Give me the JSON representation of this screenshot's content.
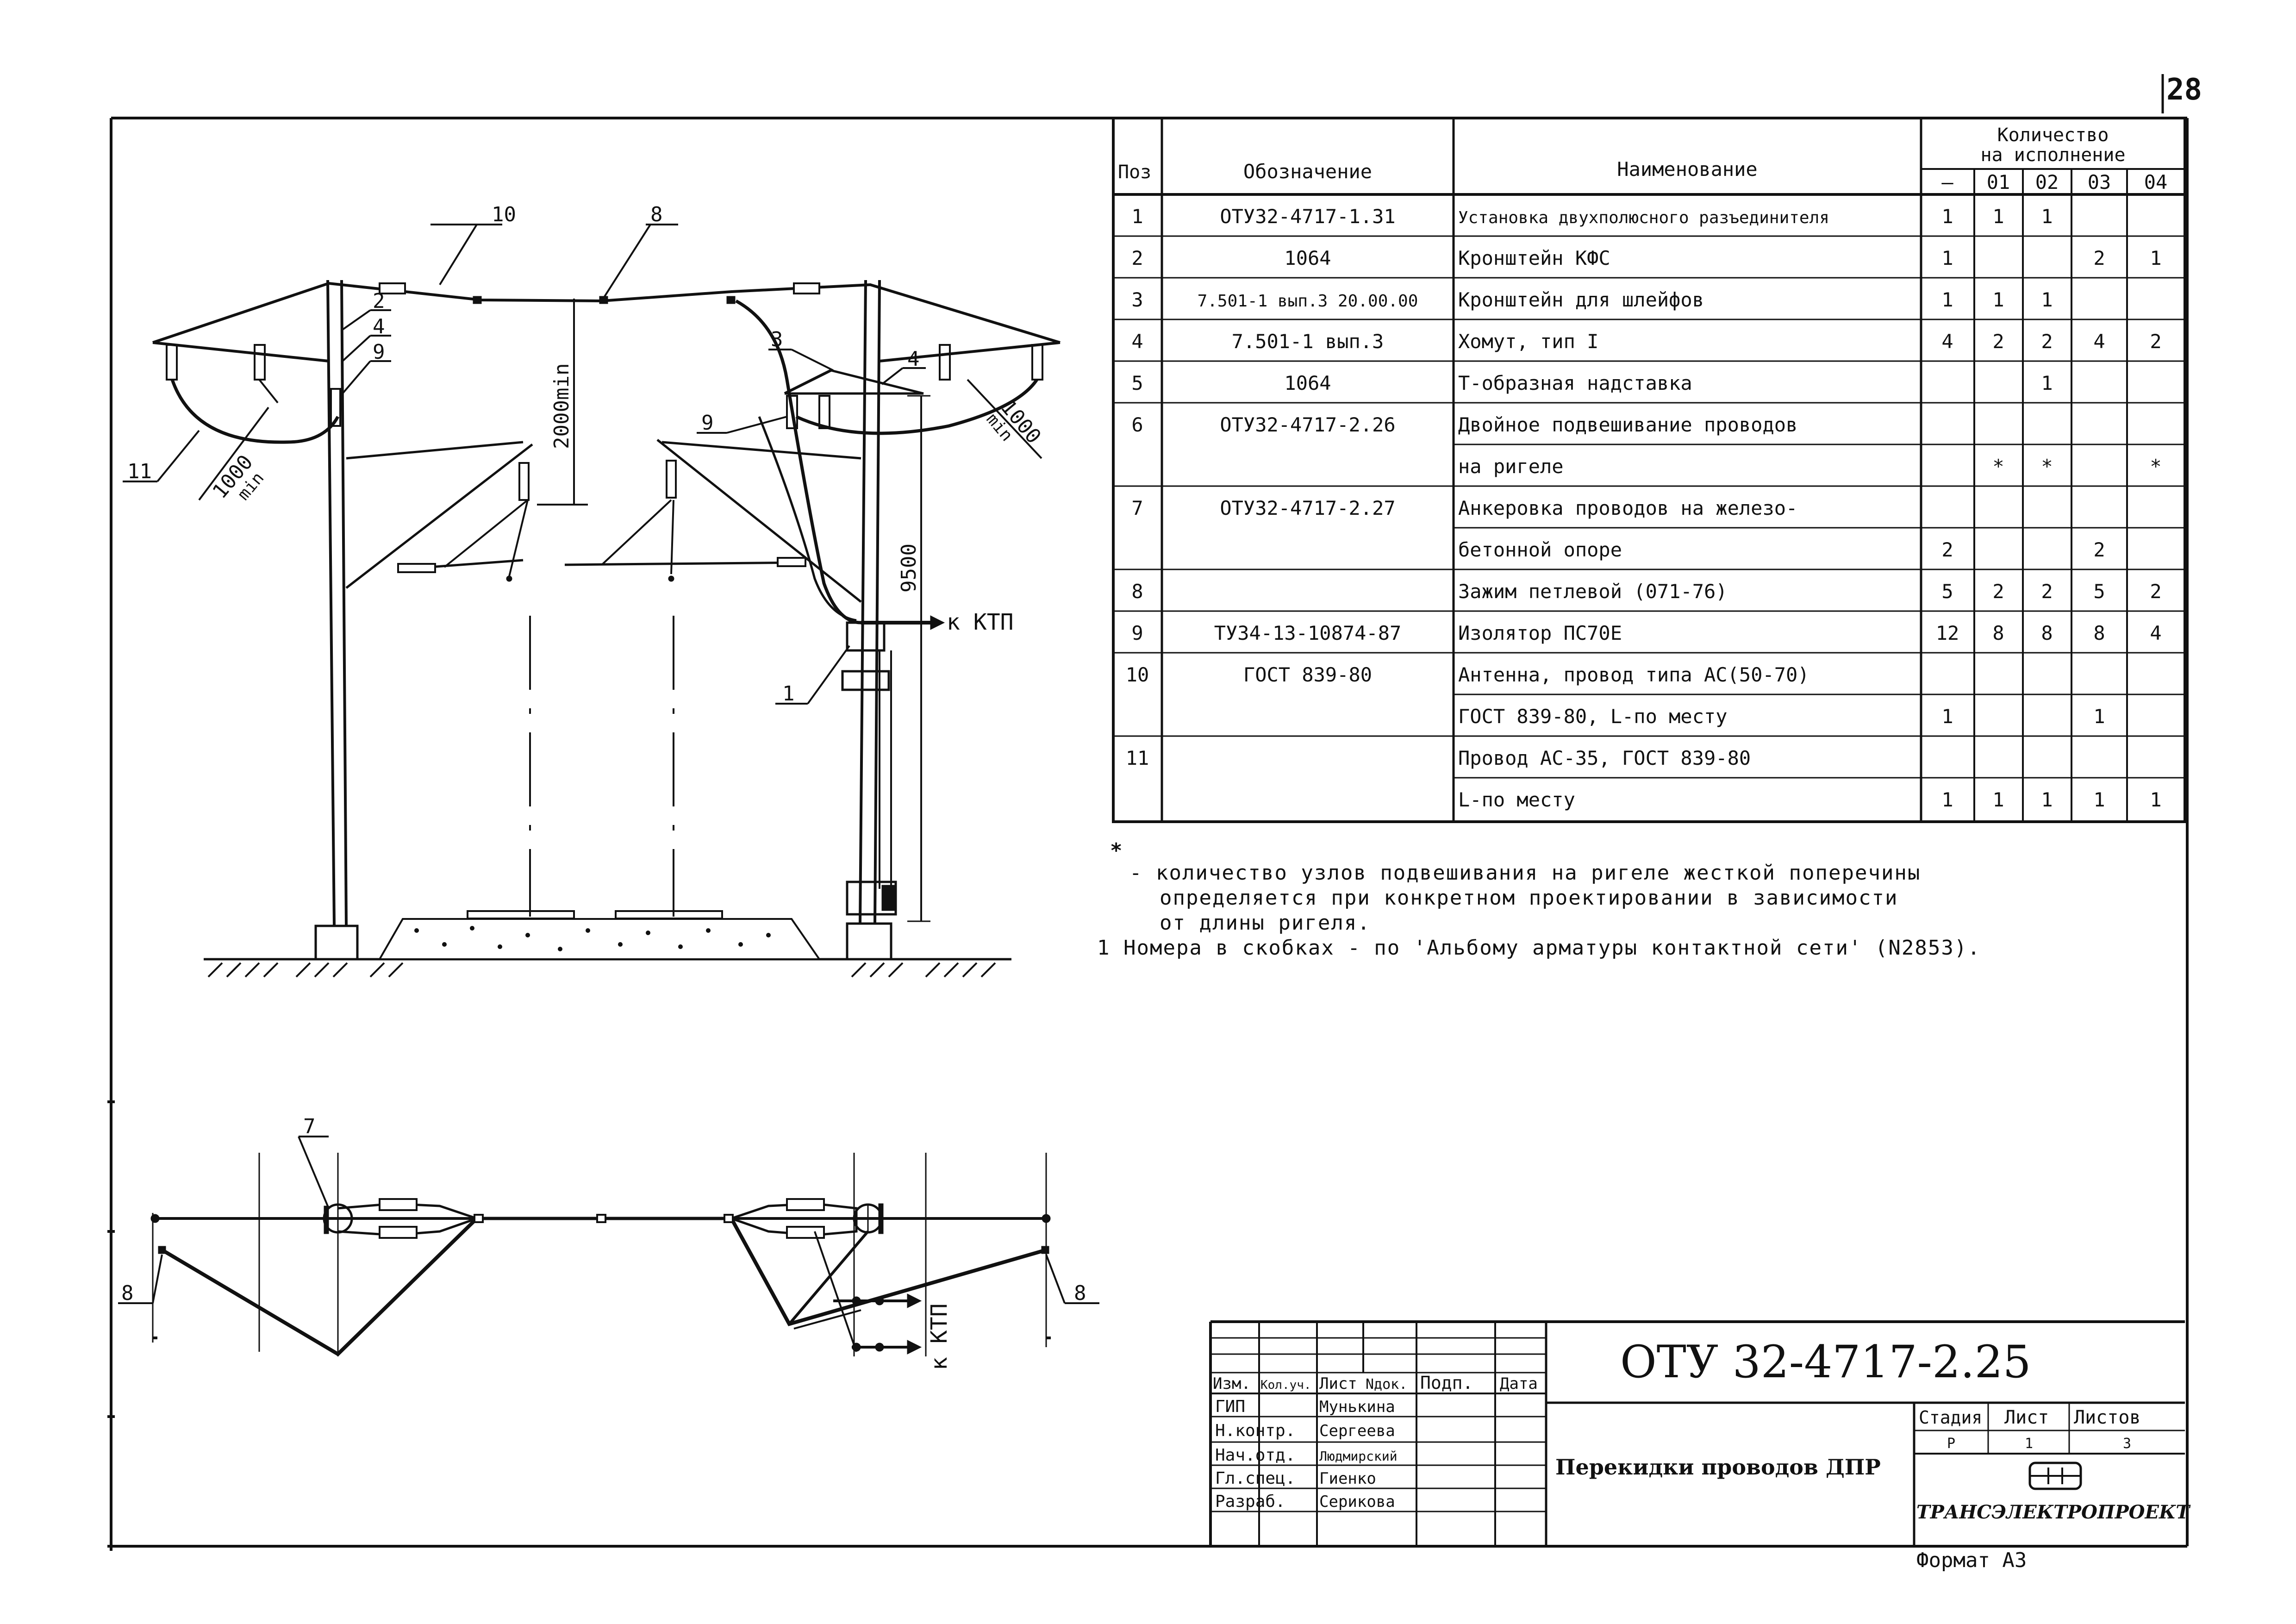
{
  "sheet_number": "28",
  "spec_table": {
    "headers": {
      "pos": "Поз",
      "designation": "Обозначение",
      "name": "Наименование",
      "qty": "Количество",
      "qty2": "на исполнение",
      "variants": [
        "—",
        "01",
        "02",
        "03",
        "04"
      ]
    },
    "rows": [
      {
        "pos": "1",
        "designation": "ОТУ32-4717-1.31",
        "name": "Установка двухполюсного разъединителя",
        "q": [
          "1",
          "1",
          "1",
          "",
          ""
        ]
      },
      {
        "pos": "2",
        "designation": "1064",
        "name": "Кронштейн КФС",
        "q": [
          "1",
          "",
          "",
          "2",
          "1"
        ]
      },
      {
        "pos": "3",
        "designation": "7.501-1 вып.3 20.00.00",
        "name": "Кронштейн для шлейфов",
        "q": [
          "1",
          "1",
          "1",
          "",
          ""
        ]
      },
      {
        "pos": "4",
        "designation": "7.501-1 вып.3",
        "name": "Хомут, тип I",
        "q": [
          "4",
          "2",
          "2",
          "4",
          "2"
        ]
      },
      {
        "pos": "5",
        "designation": "1064",
        "name": "Т-образная надставка",
        "q": [
          "",
          "",
          "1",
          "",
          ""
        ]
      },
      {
        "pos": "6",
        "designation": "ОТУ32-4717-2.26",
        "name": "Двойное подвешивание проводов",
        "q": [
          "",
          "",
          "",
          "",
          ""
        ]
      },
      {
        "pos": "",
        "designation": "",
        "name": "на ригеле",
        "q": [
          "",
          "*",
          "*",
          "",
          "*"
        ]
      },
      {
        "pos": "7",
        "designation": "ОТУ32-4717-2.27",
        "name": "Анкеровка проводов на железо-",
        "q": [
          "",
          "",
          "",
          "",
          ""
        ]
      },
      {
        "pos": "",
        "designation": "",
        "name": "бетонной опоре",
        "q": [
          "2",
          "",
          "",
          "2",
          ""
        ]
      },
      {
        "pos": "8",
        "designation": "",
        "name": "Зажим петлевой (071-76)",
        "q": [
          "5",
          "2",
          "2",
          "5",
          "2"
        ]
      },
      {
        "pos": "9",
        "designation": "ТУ34-13-10874-87",
        "name": "Изолятор ПС70Е",
        "q": [
          "12",
          "8",
          "8",
          "8",
          "4"
        ]
      },
      {
        "pos": "10",
        "designation": "ГОСТ 839-80",
        "name": "Антенна, провод типа АС(50-70)",
        "q": [
          "",
          "",
          "",
          "",
          ""
        ]
      },
      {
        "pos": "",
        "designation": "",
        "name": "ГОСТ 839-80, L-по месту",
        "q": [
          "1",
          "",
          "",
          "1",
          ""
        ]
      },
      {
        "pos": "11",
        "designation": "",
        "name": "Провод АС-35, ГОСТ 839-80",
        "q": [
          "",
          "",
          "",
          "",
          ""
        ]
      },
      {
        "pos": "",
        "designation": "",
        "name": "L-по месту",
        "q": [
          "1",
          "1",
          "1",
          "1",
          "1"
        ]
      }
    ]
  },
  "notes": {
    "star": "*",
    "line1": "- количество узлов подвешивания на ригеле жесткой поперечины",
    "line2": "определяется при конкретном проектировании в зависимости",
    "line3": "от длины ригеля.",
    "line4": "1 Номера в скобках - по 'Альбому арматуры контактной сети' (N2853)."
  },
  "drawing": {
    "callouts_top": [
      "10",
      "8",
      "2",
      "4",
      "9",
      "3",
      "4",
      "9",
      "11",
      "1"
    ],
    "dim_1000_left": "1000",
    "dim_1000_right": "1000",
    "dim_min": "min",
    "dim_2000": "2000min",
    "dim_9500": "9500",
    "ktp_top": "к КТП",
    "callout_7": "7",
    "callout_8_left": "8",
    "callout_8_right": "8",
    "ktp_bottom": "к КТП"
  },
  "title_block": {
    "doc_code": "ОТУ 32-4717-2.25",
    "title": "Перекидки проводов ДПР",
    "org": "ТРАНСЭЛЕКТРОПРОЕКТ",
    "format": "Формат А3",
    "cols": [
      "Изм.",
      "Кол.уч.",
      "Лист",
      "Nдок.",
      "Подп.",
      "Дата"
    ],
    "people": [
      {
        "role": "ГИП",
        "name": "Мунькина"
      },
      {
        "role": "Н.контр.",
        "name": "Сергеева"
      },
      {
        "role": "Нач.отд.",
        "name": "Людмирский"
      },
      {
        "role": "Гл.спец.",
        "name": "Гиенко"
      },
      {
        "role": "Разраб.",
        "name": "Серикова"
      }
    ],
    "stage_label": "Стадия",
    "sheet_label": "Лист",
    "sheets_label": "Листов",
    "stage": "Р",
    "sheet": "1",
    "sheets": "3"
  }
}
